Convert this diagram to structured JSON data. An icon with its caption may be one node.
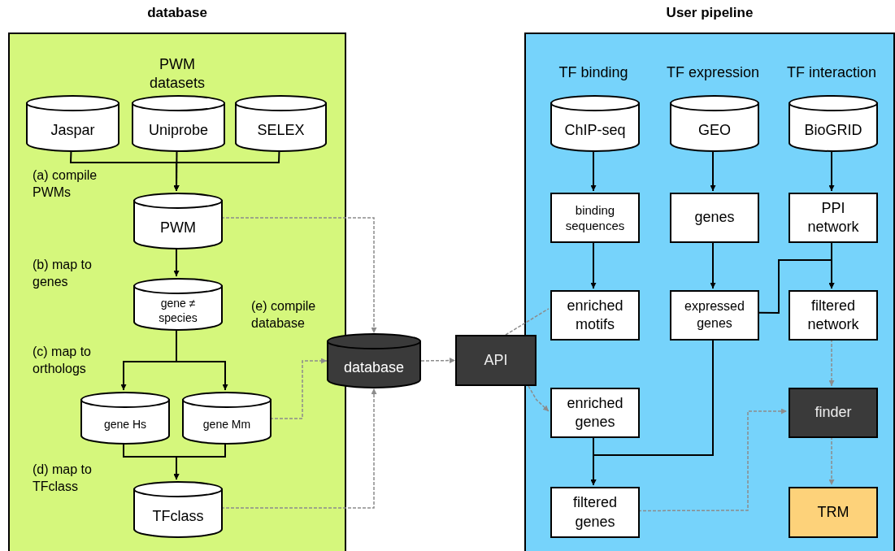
{
  "diagram": {
    "nodes": [
      {
        "text": [
          "database"
        ]
      },
      {
        "text": [
          "Jaspar"
        ],
        "in": 0
      },
      {
        "text": [
          "Uniprobe"
        ],
        "in": 0
      },
      {
        "text": [
          "SELEX"
        ],
        "in": 0
      },
      {
        "text": [
          "PWM"
        ],
        "in": 0
      },
      {
        "text": [
          "gene ≠ species"
        ],
        "in": 0
      },
      {
        "text": [
          "gene Hs"
        ],
        "in": 0
      },
      {
        "text": [
          "gene Mm"
        ],
        "in": 0
      },
      {
        "text": [
          "TFclass"
        ],
        "in": 0
      },
      {
        "text": [
          "database"
        ]
      },
      {
        "text": [
          "API"
        ]
      },
      {
        "text": [
          "User pipeline"
        ]
      },
      {
        "text": [
          "ChIP-seq"
        ],
        "in": 11
      },
      {
        "text": [
          "GEO"
        ],
        "in": 11
      },
      {
        "text": [
          "BioGRID"
        ],
        "in": 11
      },
      {
        "text": [
          "binding sequences"
        ],
        "in": 11
      },
      {
        "text": [
          "genes"
        ],
        "in": 11
      },
      {
        "text": [
          "PPI network"
        ],
        "in": 11
      },
      {
        "text": [
          "enriched motifs"
        ],
        "in": 11
      },
      {
        "text": [
          "expressed genes"
        ],
        "in": 11
      },
      {
        "text": [
          "filtered network"
        ],
        "in": 11
      },
      {
        "text": [
          "enriched genes"
        ],
        "in": 11
      },
      {
        "text": [
          "finder"
        ],
        "in": 11
      },
      {
        "text": [
          "filtered genes"
        ],
        "in": 11
      },
      {
        "text": [
          "TRM"
        ],
        "in": 11
      }
    ],
    "edges": [
      {
        "from": 1,
        "to": 4,
        "arrow": "to"
      },
      {
        "from": 2,
        "to": 4,
        "arrow": "to"
      },
      {
        "from": 3,
        "to": 4,
        "arrow": "to"
      },
      {
        "from": 4,
        "to": 5,
        "arrow": "to"
      },
      {
        "from": 5,
        "to": 6,
        "arrow": "to"
      },
      {
        "from": 5,
        "to": 7,
        "arrow": "to"
      },
      {
        "from": 6,
        "to": 8,
        "arrow": "to"
      },
      {
        "from": 7,
        "to": 8,
        "arrow": "to"
      },
      {
        "from": 4,
        "to": 9,
        "arrow": "to",
        "style": "dashed",
        "color": "#8c8c8c"
      },
      {
        "from": 7,
        "to": 9,
        "arrow": "to",
        "style": "dashed",
        "color": "#8c8c8c"
      },
      {
        "from": 8,
        "to": 9,
        "arrow": "to",
        "style": "dashed",
        "color": "#8c8c8c"
      },
      {
        "from": 9,
        "to": 10,
        "arrow": "to",
        "style": "dashed",
        "color": "#8c8c8c"
      },
      {
        "from": 10,
        "to": 18,
        "arrow": "none",
        "style": "dashed",
        "color": "#8c8c8c"
      },
      {
        "from": 10,
        "to": 21,
        "arrow": "to",
        "style": "dashed",
        "color": "#8c8c8c"
      },
      {
        "from": 12,
        "to": 15,
        "arrow": "to"
      },
      {
        "from": 15,
        "to": 18,
        "arrow": "to"
      },
      {
        "from": 13,
        "to": 16,
        "arrow": "to"
      },
      {
        "from": 16,
        "to": 19,
        "arrow": "to"
      },
      {
        "from": 14,
        "to": 17,
        "arrow": "to"
      },
      {
        "from": 17,
        "to": 20,
        "arrow": "to"
      },
      {
        "from": 19,
        "to": 20,
        "arrow": "to"
      },
      {
        "from": 19,
        "to": 23,
        "arrow": "to"
      },
      {
        "from": 21,
        "to": 23,
        "arrow": "to"
      },
      {
        "from": 20,
        "to": 22,
        "arrow": "to",
        "style": "dashed",
        "color": "#8c8c8c"
      },
      {
        "from": 23,
        "to": 22,
        "arrow": "to",
        "style": "dashed",
        "color": "#8c8c8c"
      },
      {
        "from": 22,
        "to": 24,
        "arrow": "to",
        "style": "dashed",
        "color": "#8c8c8c"
      }
    ],
    "labels": [
      "PWM datasets",
      "(a) compile PWMs",
      "(b) map to genes",
      "(c) map to orthologs",
      "(d) map to TFclass",
      "(e) compile database",
      "TF binding",
      "TF expression",
      "TF interaction"
    ]
  }
}
